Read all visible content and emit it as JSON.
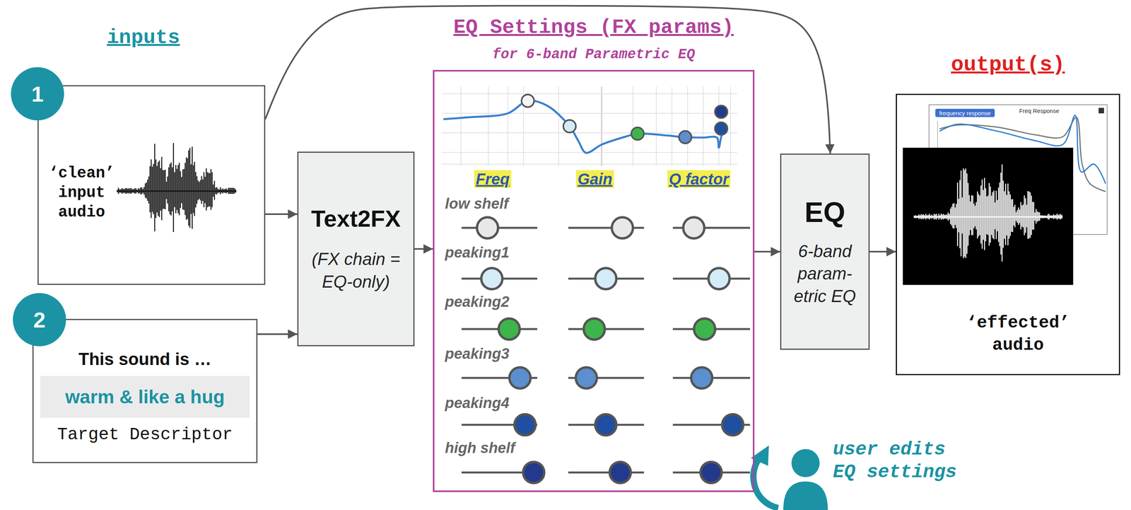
{
  "diagram": {
    "nodes": [
      {
        "text": [
          "‘clean’ input audio"
        ]
      },
      {
        "text": [
          "This sound is …",
          "warm & like a hug",
          "Target Descriptor"
        ]
      },
      {
        "text": [
          "Text2FX",
          "(FX chain = EQ-only)"
        ]
      },
      {
        "text": [
          "EQ Settings (FX params)",
          "for 6-band Parametric EQ"
        ]
      },
      {
        "text": [
          "EQ",
          "6-band param- etric EQ"
        ]
      },
      {
        "text": [
          "output(s)",
          "‘effected’ audio"
        ]
      }
    ],
    "edges": [
      {
        "from": 0,
        "to": 2,
        "arrow": "to"
      },
      {
        "from": 1,
        "to": 2,
        "arrow": "to"
      },
      {
        "from": 2,
        "to": 3,
        "arrow": "to"
      },
      {
        "from": 3,
        "to": 4,
        "arrow": "to"
      },
      {
        "from": 4,
        "to": 5,
        "arrow": "to"
      },
      {
        "from": 0,
        "to": 4,
        "arrow": "to"
      }
    ],
    "labels": [
      "inputs",
      "1",
      "2",
      "Freq",
      "Gain",
      "Q factor",
      "low shelf",
      "peaking1",
      "peaking2",
      "peaking3",
      "peaking4",
      "high shelf",
      "frequency response",
      "Freq Response",
      "user edits EQ settings"
    ]
  }
}
